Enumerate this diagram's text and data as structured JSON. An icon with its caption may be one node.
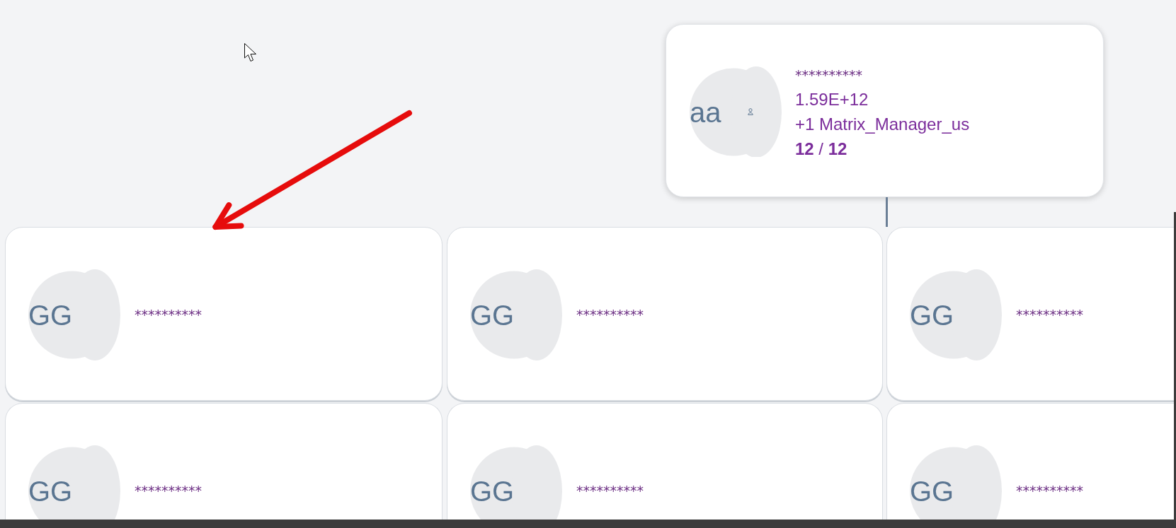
{
  "diagram": {
    "nodes": [
      {
        "text": [
          "**********",
          "1.59E+12",
          "+1 Matrix_Manager_us",
          "**12** / **12**"
        ]
      },
      {
        "text": [
          "aa"
        ],
        "in": 0
      },
      {
        "text": [
          "**********"
        ]
      },
      {
        "text": [
          "GG"
        ],
        "in": 2
      },
      {
        "text": [
          "**********"
        ]
      },
      {
        "text": [
          "GG"
        ],
        "in": 4
      },
      {
        "text": [
          "**********"
        ]
      },
      {
        "text": [
          "GG"
        ],
        "in": 6
      },
      {
        "text": [
          "**********"
        ]
      },
      {
        "text": [
          "GG"
        ],
        "in": 8
      },
      {
        "text": [
          "**********"
        ]
      },
      {
        "text": [
          "GG"
        ],
        "in": 10
      },
      {
        "text": [
          "**********"
        ]
      },
      {
        "text": [
          "GG"
        ],
        "in": 12
      }
    ],
    "edges": [
      {
        "from": 0,
        "to": 6,
        "arrow": "none"
      },
      {
        "from": null,
        "to": 2,
        "arrow": "to",
        "style": "thick",
        "color": "#e60c0c"
      }
    ]
  }
}
